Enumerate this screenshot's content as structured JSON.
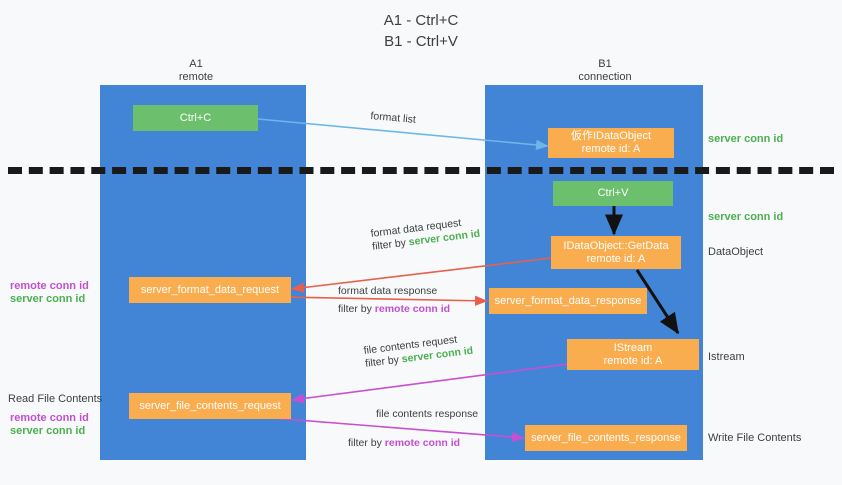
{
  "title": {
    "line1": "A1 - Ctrl+C",
    "line2": "B1 - Ctrl+V"
  },
  "lanes": [
    {
      "id": "left",
      "name": "A1",
      "sub": "remote"
    },
    {
      "id": "right",
      "name": "B1",
      "sub": "connection"
    }
  ],
  "nodes": [
    {
      "id": "ctrl-c",
      "label": "Ctrl+C",
      "sub": "",
      "color": "green"
    },
    {
      "id": "idataobject-create",
      "label": "仮作IDataObject",
      "sub": "remote id: A",
      "color": "orange"
    },
    {
      "id": "ctrl-v",
      "label": "Ctrl+V",
      "sub": "",
      "color": "green"
    },
    {
      "id": "idataobject-getdata",
      "label": "IDataObject::GetData",
      "sub": "remote id: A",
      "color": "orange"
    },
    {
      "id": "server-format-data-request",
      "label": "server_format_data_request",
      "sub": "",
      "color": "orange"
    },
    {
      "id": "server-format-data-response",
      "label": "server_format_data_response",
      "sub": "",
      "color": "orange"
    },
    {
      "id": "istream",
      "label": "IStream",
      "sub": "remote id: A",
      "color": "orange"
    },
    {
      "id": "server-file-contents-request",
      "label": "server_file_contents_request",
      "sub": "",
      "color": "orange"
    },
    {
      "id": "server-file-contents-response",
      "label": "server_file_contents_response",
      "sub": "",
      "color": "orange"
    }
  ],
  "edge_labels": {
    "format_list": "format list",
    "format_data_request": "format data request",
    "format_data_request_filter_prefix": "filter by ",
    "format_data_request_filter_value": "server conn id",
    "format_data_response": "format data response",
    "format_data_response_filter_prefix": "filter by ",
    "format_data_response_filter_value": "remote conn id",
    "file_contents_request": "file contents request",
    "file_contents_request_filter_prefix": "filter by ",
    "file_contents_request_filter_value": "server conn id",
    "file_contents_response": "file contents response",
    "file_contents_response_filter_prefix": "filter by ",
    "file_contents_response_filter_value": "remote conn id"
  },
  "right_annotations": [
    {
      "id": "server-conn-id-top",
      "text": "server conn id",
      "style": "green"
    },
    {
      "id": "server-conn-id-mid",
      "text": "server conn id",
      "style": "green"
    },
    {
      "id": "dataobject",
      "text": "DataObject",
      "style": "dark"
    },
    {
      "id": "istream-note",
      "text": "Istream",
      "style": "dark"
    },
    {
      "id": "write-file-contents",
      "text": "Write File Contents",
      "style": "dark"
    }
  ],
  "left_annotations": [
    {
      "id": "remote-conn-id-1",
      "text": "remote conn id",
      "style": "magenta"
    },
    {
      "id": "server-conn-id-1",
      "text": "server conn id",
      "style": "green"
    },
    {
      "id": "read-file-contents",
      "text": "Read File Contents",
      "style": "dark"
    },
    {
      "id": "remote-conn-id-2",
      "text": "remote conn id",
      "style": "magenta"
    },
    {
      "id": "server-conn-id-2",
      "text": "server conn id",
      "style": "green"
    }
  ],
  "colors": {
    "lane": "#4285d6",
    "orange": "#f9ad4f",
    "green_node": "#6cbf6c",
    "green_text": "#4caf50",
    "magenta_text": "#c34fd1",
    "arrow_blue": "#6bb7e8",
    "arrow_red": "#e8604c",
    "arrow_magenta": "#c94fd1",
    "arrow_black": "#111111",
    "background": "#f8f9fa"
  }
}
